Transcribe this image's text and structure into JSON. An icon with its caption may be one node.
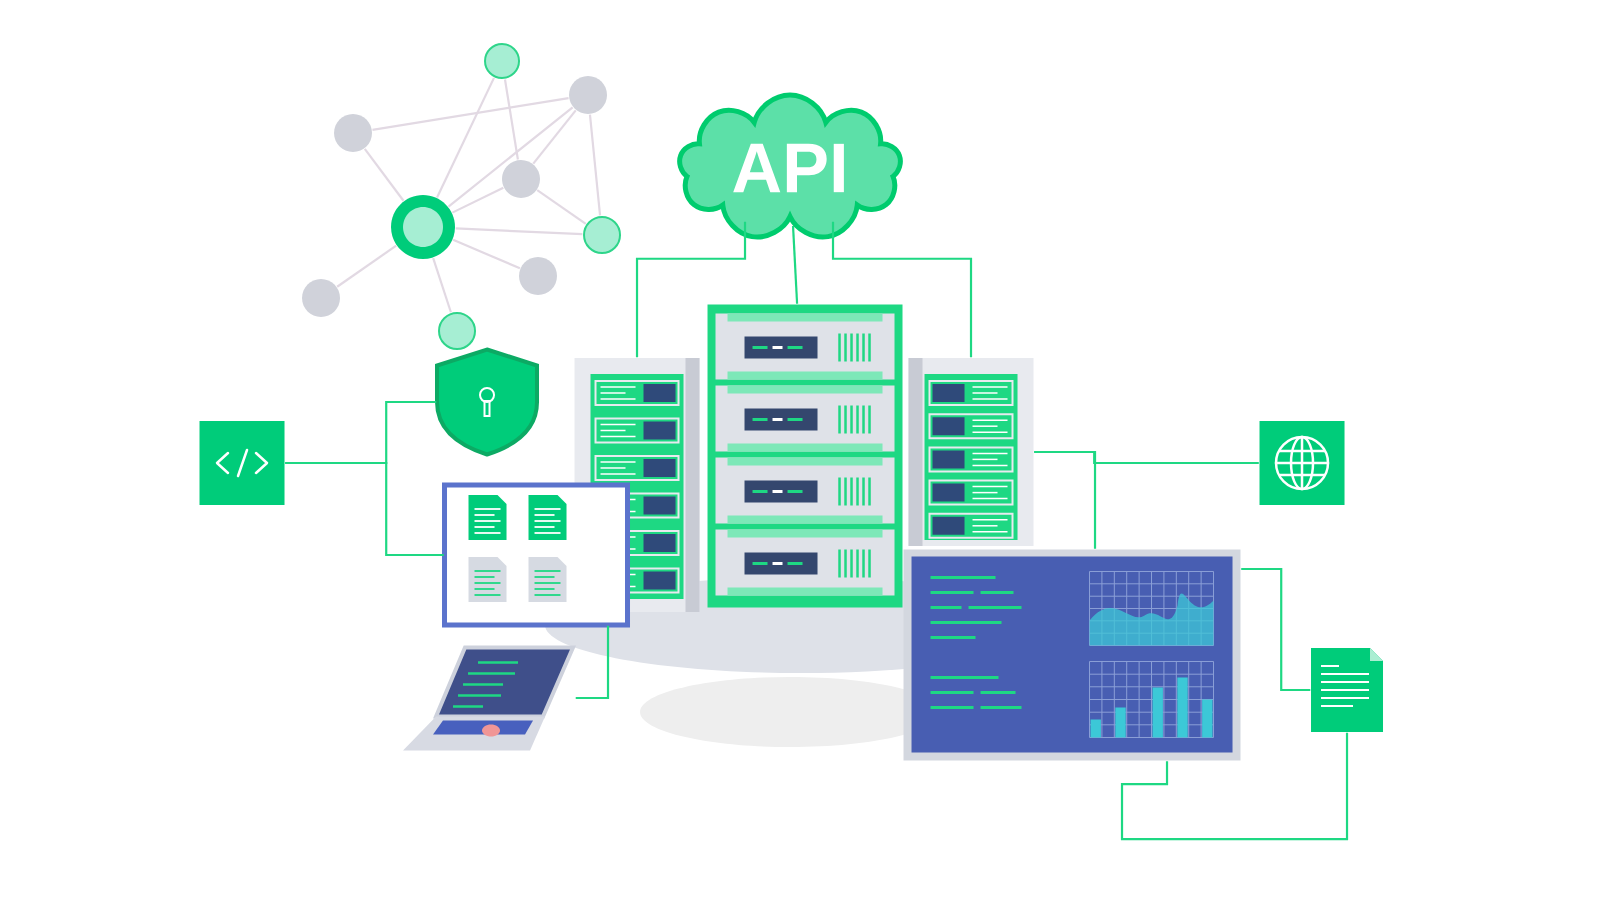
{
  "diagram": {
    "nodes": [
      {
        "text": [
          "API"
        ]
      },
      {
        "text": [],
        "shape": "server"
      },
      {
        "text": [],
        "shape": "server"
      },
      {
        "text": [],
        "shape": "server"
      },
      {
        "text": [],
        "shape": "box"
      },
      {
        "text": [],
        "shape": "shield"
      },
      {
        "text": [],
        "shape": "window"
      },
      {
        "text": [],
        "shape": "laptop"
      },
      {
        "text": [],
        "shape": "box"
      },
      {
        "text": [],
        "shape": "monitor"
      },
      {
        "text": [],
        "shape": "document"
      },
      {
        "text": [],
        "shape": "circle"
      },
      {
        "text": [],
        "shape": "circle"
      },
      {
        "text": [],
        "shape": "circle"
      },
      {
        "text": [],
        "shape": "circle"
      },
      {
        "text": [],
        "shape": "circle"
      },
      {
        "text": [],
        "shape": "circle"
      },
      {
        "text": [],
        "shape": "circle"
      },
      {
        "text": [],
        "shape": "circle"
      },
      {
        "text": [],
        "shape": "circle"
      }
    ],
    "edges": [
      {
        "from": 0,
        "to": 1,
        "arrow": "none",
        "color": "#1ed883"
      },
      {
        "from": 0,
        "to": 2,
        "arrow": "none",
        "color": "#1ed883"
      },
      {
        "from": 0,
        "to": 3,
        "arrow": "none",
        "color": "#1ed883"
      },
      {
        "from": 4,
        "to": 5,
        "arrow": "none",
        "color": "#1ed883"
      },
      {
        "from": 4,
        "to": 6,
        "arrow": "none",
        "color": "#1ed883"
      },
      {
        "from": 7,
        "to": 6,
        "arrow": "none",
        "color": "#1ed883"
      },
      {
        "from": 3,
        "to": 8,
        "arrow": "none",
        "color": "#1ed883"
      },
      {
        "from": 3,
        "to": 9,
        "arrow": "none",
        "color": "#1ed883"
      },
      {
        "from": 9,
        "to": 10,
        "arrow": "none",
        "color": "#1ed883"
      },
      {
        "from": 9,
        "to": 10,
        "arrow": "none",
        "color": "#1ed883"
      },
      {
        "from": 13,
        "to": 12,
        "arrow": "none"
      },
      {
        "from": 11,
        "to": 15,
        "arrow": "none"
      },
      {
        "from": 11,
        "to": 14,
        "arrow": "none"
      },
      {
        "from": 12,
        "to": 15,
        "arrow": "none"
      },
      {
        "from": 12,
        "to": 14,
        "arrow": "none"
      },
      {
        "from": 12,
        "to": 16,
        "arrow": "none"
      },
      {
        "from": 13,
        "to": 15,
        "arrow": "none"
      },
      {
        "from": 14,
        "to": 15,
        "arrow": "none"
      },
      {
        "from": 14,
        "to": 16,
        "arrow": "none"
      },
      {
        "from": 15,
        "to": 16,
        "arrow": "none"
      },
      {
        "from": 15,
        "to": 17,
        "arrow": "none"
      },
      {
        "from": 15,
        "to": 18,
        "arrow": "none"
      },
      {
        "from": 15,
        "to": 19,
        "arrow": "none"
      }
    ]
  }
}
